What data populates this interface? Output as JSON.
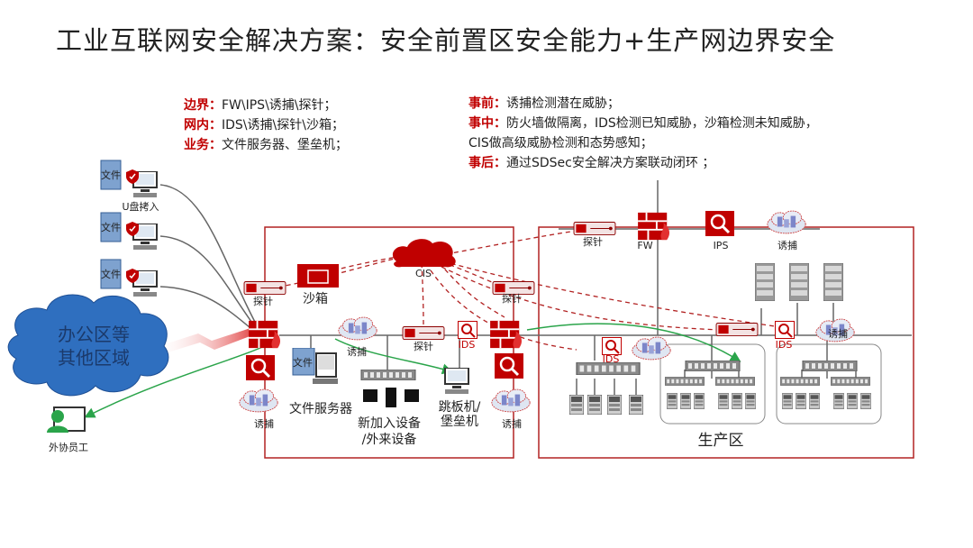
{
  "title": "工业互联网安全解决方案：安全前置区安全能力+生产网边界安全",
  "legend_left": [
    {
      "key": "边界：",
      "value": "FW\\IPS\\诱捕\\探针；"
    },
    {
      "key": "网内：",
      "value": "IDS\\诱捕\\探针\\沙箱；"
    },
    {
      "key": "业务：",
      "value": "文件服务器、堡垒机；"
    }
  ],
  "legend_right": [
    {
      "key": "事前：",
      "value": "诱捕检测潜在威胁；"
    },
    {
      "key": "事中：",
      "value": "防火墙做隔离，IDS检测已知威胁，沙箱检测未知威胁，"
    },
    {
      "key": "",
      "value": "CIS做高级威胁检测和态势感知；"
    },
    {
      "key": "事后：",
      "value": "通过SDSec安全解决方案联动闭环 ；"
    }
  ],
  "labels": {
    "file": "文件",
    "usb": "U盘拷入",
    "office": [
      "办公区等",
      "其他区域"
    ],
    "external": "外协员工",
    "probe": "探针",
    "sandbox": "沙箱",
    "cis": "CIS",
    "trap": "诱捕",
    "ids": "IDS",
    "fw": "FW",
    "ips": "IPS",
    "file_server": "文件服务器",
    "new_device": [
      "新加入设备",
      "/外来设备"
    ],
    "jump": [
      "跳板机/",
      "堡垒机"
    ],
    "production": "生产区"
  },
  "colors": {
    "accent": "#c00000",
    "cloud": "#2f6fbf",
    "line": "#666666",
    "green": "#2aa44a"
  }
}
